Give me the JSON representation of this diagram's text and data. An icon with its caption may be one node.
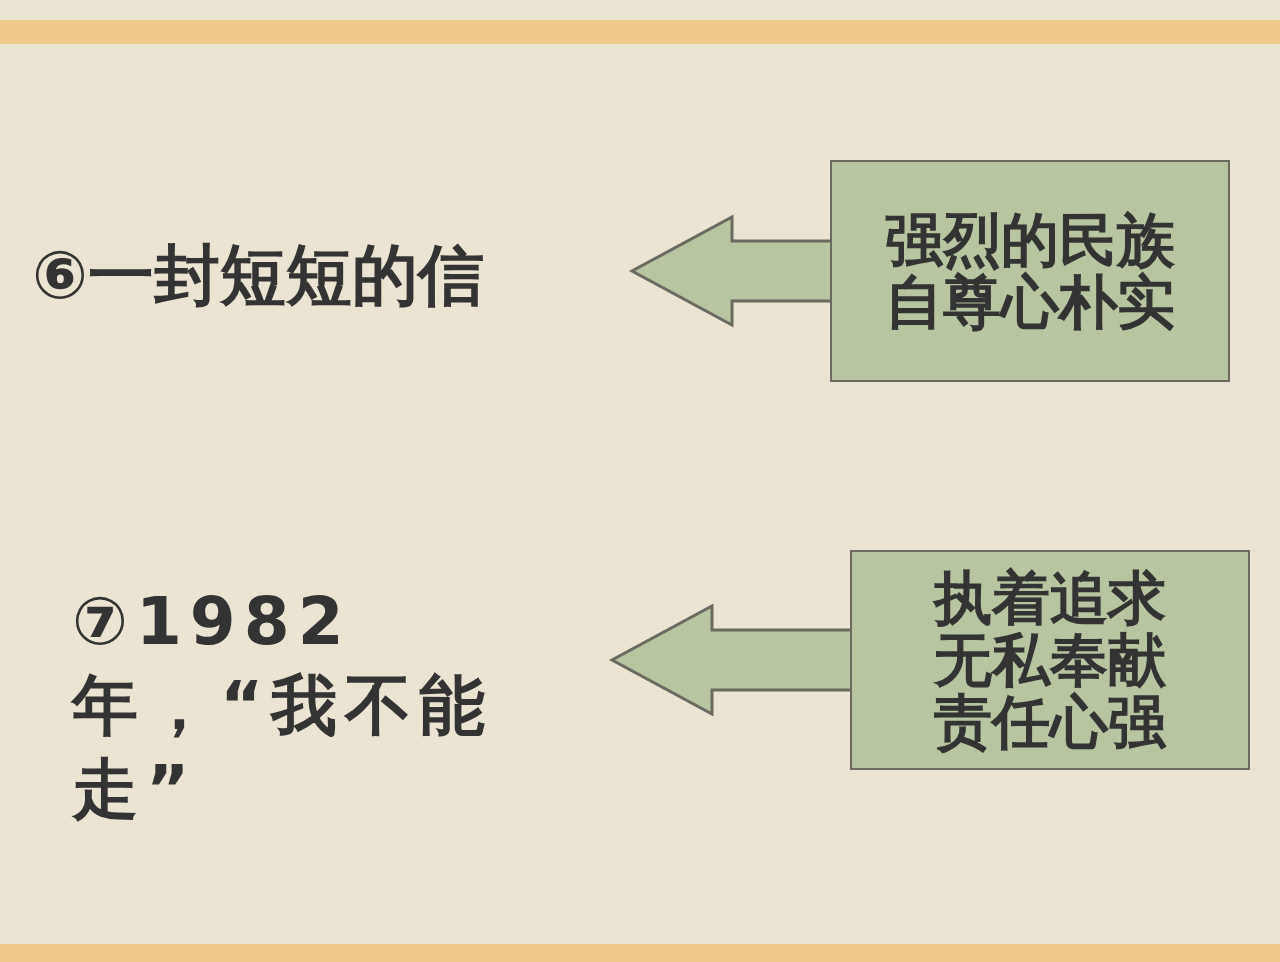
{
  "diagram": {
    "nodes": [
      {
        "text": [
          "⑥一封短短的信"
        ]
      },
      {
        "text": [
          "强烈的民族自尊心朴实"
        ]
      },
      {
        "text": [
          "⑦1982年，“我不能走”"
        ]
      },
      {
        "text": [
          "执着追求无私奉献责任心强"
        ]
      }
    ],
    "edges": [
      {
        "from": 1,
        "to": 0,
        "arrow": "to"
      },
      {
        "from": 3,
        "to": 2,
        "arrow": "to"
      }
    ]
  }
}
